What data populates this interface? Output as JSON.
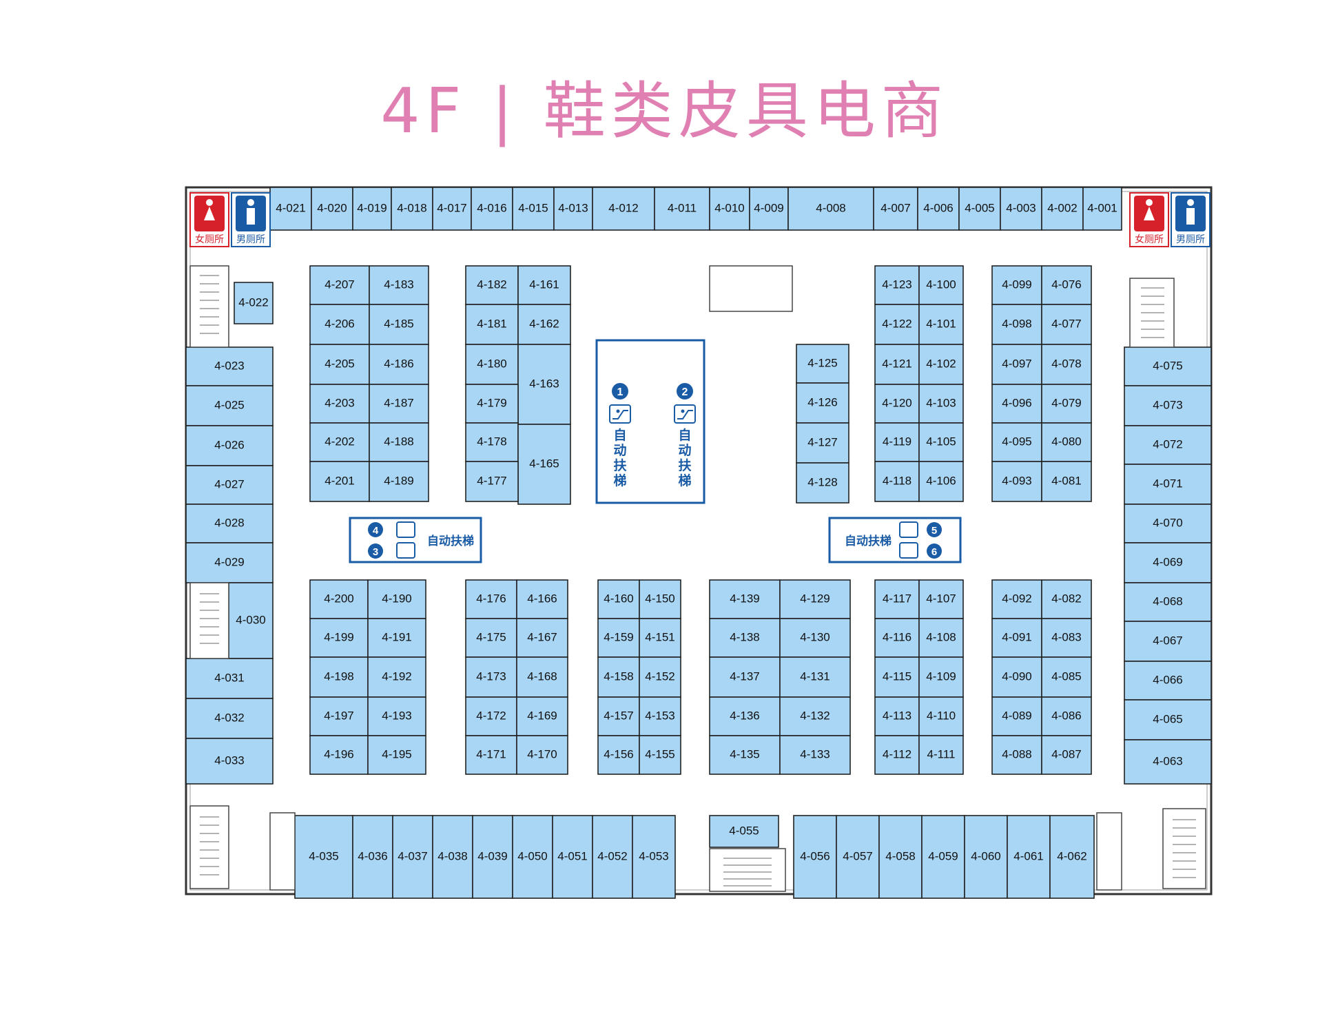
{
  "title": "4F | 鞋类皮具电商",
  "colors": {
    "title": "#e07fb2",
    "booth_fill": "#a9d6f5",
    "booth_stroke": "#222222",
    "sign_blue": "#1a5ba6",
    "toilet_female": "#d6202a",
    "toilet_male": "#1a5ba6"
  },
  "restrooms": {
    "female": "女厕所",
    "male": "男厕所"
  },
  "escalator_label": "自动扶梯",
  "escalator_numbers": [
    "1",
    "2",
    "3",
    "4",
    "5",
    "6"
  ],
  "icons": [
    "female-toilet-icon",
    "male-toilet-icon",
    "escalator-icon",
    "stairs-icon"
  ],
  "booths": [
    "4-021",
    "4-020",
    "4-019",
    "4-018",
    "4-017",
    "4-016",
    "4-015",
    "4-013",
    "4-012",
    "4-011",
    "4-010",
    "4-009",
    "4-008",
    "4-007",
    "4-006",
    "4-005",
    "4-003",
    "4-002",
    "4-001",
    "4-022",
    "4-023",
    "4-025",
    "4-026",
    "4-027",
    "4-028",
    "4-029",
    "4-030",
    "4-031",
    "4-032",
    "4-033",
    "4-075",
    "4-073",
    "4-072",
    "4-071",
    "4-070",
    "4-069",
    "4-068",
    "4-067",
    "4-066",
    "4-065",
    "4-063",
    "4-035",
    "4-036",
    "4-037",
    "4-038",
    "4-039",
    "4-050",
    "4-051",
    "4-052",
    "4-053",
    "4-055",
    "4-056",
    "4-057",
    "4-058",
    "4-059",
    "4-060",
    "4-061",
    "4-062",
    "4-207",
    "4-183",
    "4-206",
    "4-185",
    "4-205",
    "4-186",
    "4-203",
    "4-187",
    "4-202",
    "4-188",
    "4-201",
    "4-189",
    "4-182",
    "4-161",
    "4-181",
    "4-162",
    "4-180",
    "4-163",
    "4-179",
    "4-178",
    "4-165",
    "4-177",
    "4-125",
    "4-126",
    "4-127",
    "4-128",
    "4-123",
    "4-100",
    "4-122",
    "4-101",
    "4-121",
    "4-102",
    "4-120",
    "4-103",
    "4-119",
    "4-105",
    "4-118",
    "4-106",
    "4-099",
    "4-076",
    "4-098",
    "4-077",
    "4-097",
    "4-078",
    "4-096",
    "4-079",
    "4-095",
    "4-080",
    "4-093",
    "4-081",
    "4-200",
    "4-190",
    "4-199",
    "4-191",
    "4-198",
    "4-192",
    "4-197",
    "4-193",
    "4-196",
    "4-195",
    "4-176",
    "4-166",
    "4-175",
    "4-167",
    "4-173",
    "4-168",
    "4-172",
    "4-169",
    "4-171",
    "4-170",
    "4-160",
    "4-150",
    "4-159",
    "4-151",
    "4-158",
    "4-152",
    "4-157",
    "4-153",
    "4-156",
    "4-155",
    "4-139",
    "4-129",
    "4-138",
    "4-130",
    "4-137",
    "4-131",
    "4-136",
    "4-132",
    "4-135",
    "4-133",
    "4-117",
    "4-107",
    "4-116",
    "4-108",
    "4-115",
    "4-109",
    "4-113",
    "4-110",
    "4-112",
    "4-111",
    "4-092",
    "4-082",
    "4-091",
    "4-083",
    "4-090",
    "4-085",
    "4-089",
    "4-086",
    "4-088",
    "4-087"
  ]
}
